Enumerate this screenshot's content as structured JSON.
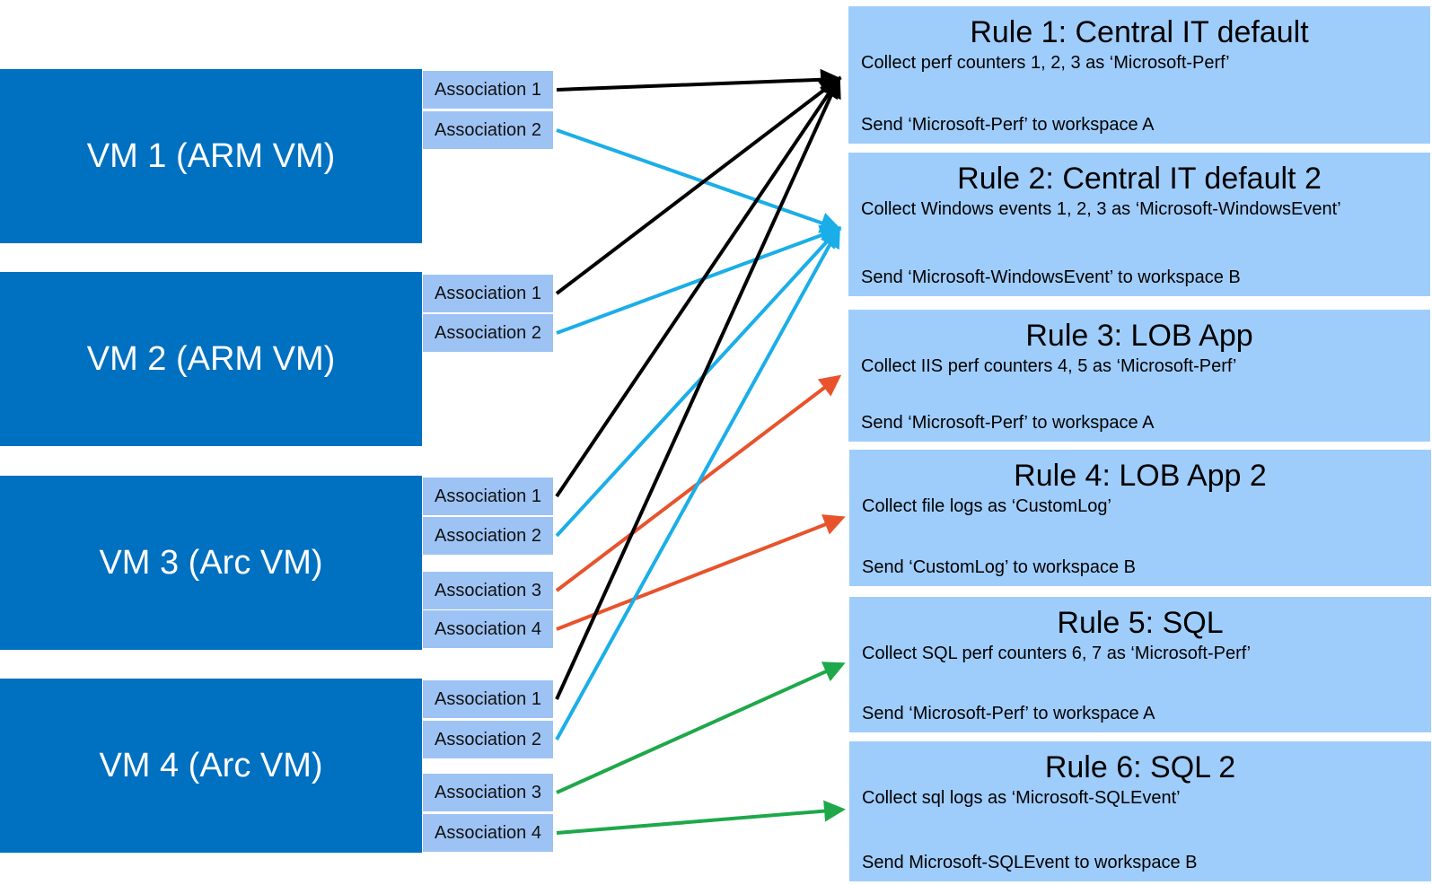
{
  "vms": [
    {
      "label": "VM 1 (ARM VM)",
      "associations": [
        "Association 1",
        "Association 2"
      ]
    },
    {
      "label": "VM 2 (ARM VM)",
      "associations": [
        "Association 1",
        "Association 2"
      ]
    },
    {
      "label": "VM 3 (Arc VM)",
      "associations": [
        "Association 1",
        "Association 2",
        "Association 3",
        "Association 4"
      ]
    },
    {
      "label": "VM 4 (Arc VM)",
      "associations": [
        "Association 1",
        "Association 2",
        "Association 3",
        "Association 4"
      ]
    }
  ],
  "rules": [
    {
      "title": "Rule 1: Central IT default",
      "collect": "Collect perf counters 1, 2, 3 as ‘Microsoft-Perf’",
      "send": "Send ‘Microsoft-Perf’ to workspace A"
    },
    {
      "title": "Rule 2: Central IT default 2",
      "collect": "Collect Windows events 1, 2, 3 as ‘Microsoft-WindowsEvent’",
      "send": "Send ‘Microsoft-WindowsEvent’ to workspace B"
    },
    {
      "title": "Rule 3: LOB App",
      "collect": "Collect IIS perf counters 4, 5 as ‘Microsoft-Perf’",
      "send": "Send ‘Microsoft-Perf’ to workspace A"
    },
    {
      "title": "Rule 4: LOB App 2",
      "collect": "Collect file logs as ‘CustomLog’",
      "send": "Send ‘CustomLog’ to workspace B"
    },
    {
      "title": "Rule 5: SQL",
      "collect": "Collect SQL perf counters 6, 7 as ‘Microsoft-Perf’",
      "send": "Send ‘Microsoft-Perf’ to workspace A"
    },
    {
      "title": "Rule 6: SQL 2",
      "collect": "Collect sql logs as ‘Microsoft-SQLEvent’",
      "send": "Send Microsoft-SQLEvent to workspace B"
    }
  ],
  "links": [
    {
      "from": "vm1-assoc1",
      "to": "rule-1",
      "color": "#000000"
    },
    {
      "from": "vm1-assoc2",
      "to": "rule-2",
      "color": "#1aaee8"
    },
    {
      "from": "vm2-assoc1",
      "to": "rule-1",
      "color": "#000000"
    },
    {
      "from": "vm2-assoc2",
      "to": "rule-2",
      "color": "#1aaee8"
    },
    {
      "from": "vm3-assoc1",
      "to": "rule-1",
      "color": "#000000"
    },
    {
      "from": "vm3-assoc2",
      "to": "rule-2",
      "color": "#1aaee8"
    },
    {
      "from": "vm3-assoc3",
      "to": "rule-3",
      "color": "#e8532b"
    },
    {
      "from": "vm3-assoc4",
      "to": "rule-4",
      "color": "#e8532b"
    },
    {
      "from": "vm4-assoc1",
      "to": "rule-1",
      "color": "#000000"
    },
    {
      "from": "vm4-assoc2",
      "to": "rule-2",
      "color": "#1aaee8"
    },
    {
      "from": "vm4-assoc3",
      "to": "rule-5",
      "color": "#1ea84a"
    },
    {
      "from": "vm4-assoc4",
      "to": "rule-6",
      "color": "#1ea84a"
    }
  ],
  "colors": {
    "vm": "#0070c0",
    "association": "#9dc3f5",
    "rule": "#9fcdfb"
  }
}
